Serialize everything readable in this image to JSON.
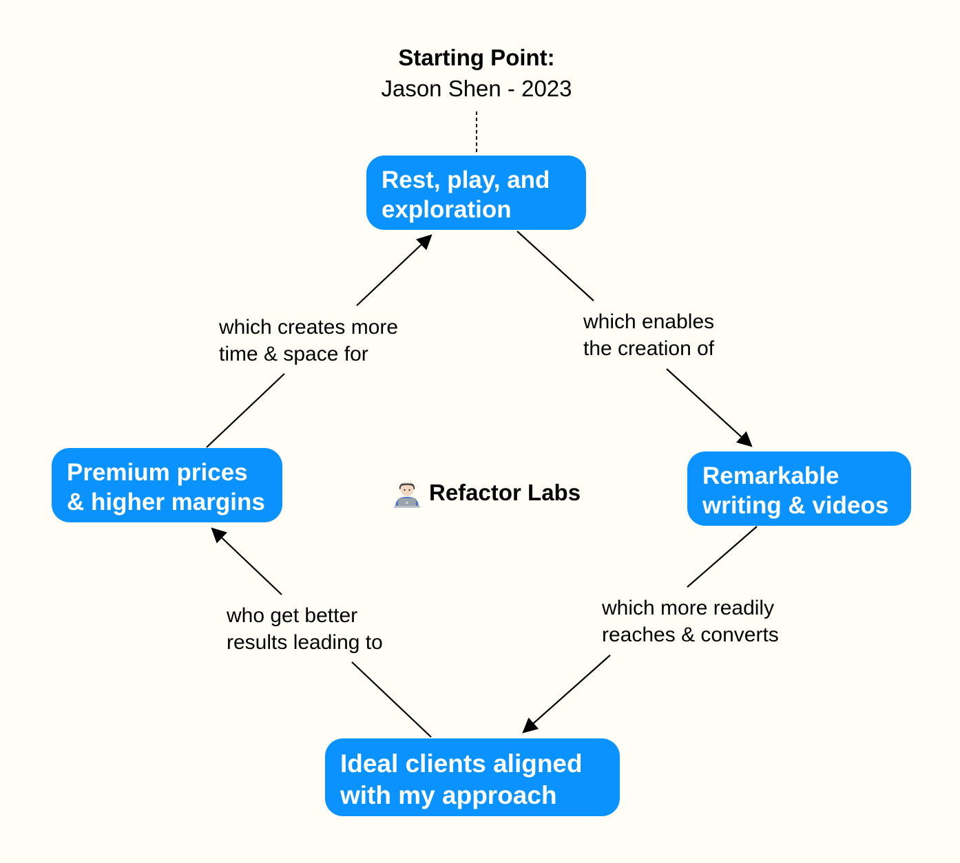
{
  "start": {
    "title": "Starting Point:",
    "subtitle": "Jason Shen - 2023"
  },
  "brand": {
    "name": "Refactor Labs",
    "icon": "technologist-emoji-icon"
  },
  "nodes": {
    "rest": {
      "line1": "Rest, play, and",
      "line2": "exploration"
    },
    "writing": {
      "line1": "Remarkable",
      "line2": "writing & videos"
    },
    "clients": {
      "line1": "Ideal clients aligned",
      "line2": "with my approach"
    },
    "premium": {
      "line1": "Premium prices",
      "line2": "& higher margins"
    }
  },
  "edges": {
    "enables": {
      "line1": "which enables",
      "line2": "the creation of"
    },
    "reaches": {
      "line1": "which more readily",
      "line2": "reaches & converts"
    },
    "results": {
      "line1": "who get better",
      "line2": "results leading to"
    },
    "creates": {
      "line1": "which creates more",
      "line2": "time & space for"
    }
  },
  "colors": {
    "background": "#fffdf6",
    "node_fill": "#0a93ff",
    "node_text": "#ffffff",
    "text": "#000000",
    "line": "#000000"
  }
}
